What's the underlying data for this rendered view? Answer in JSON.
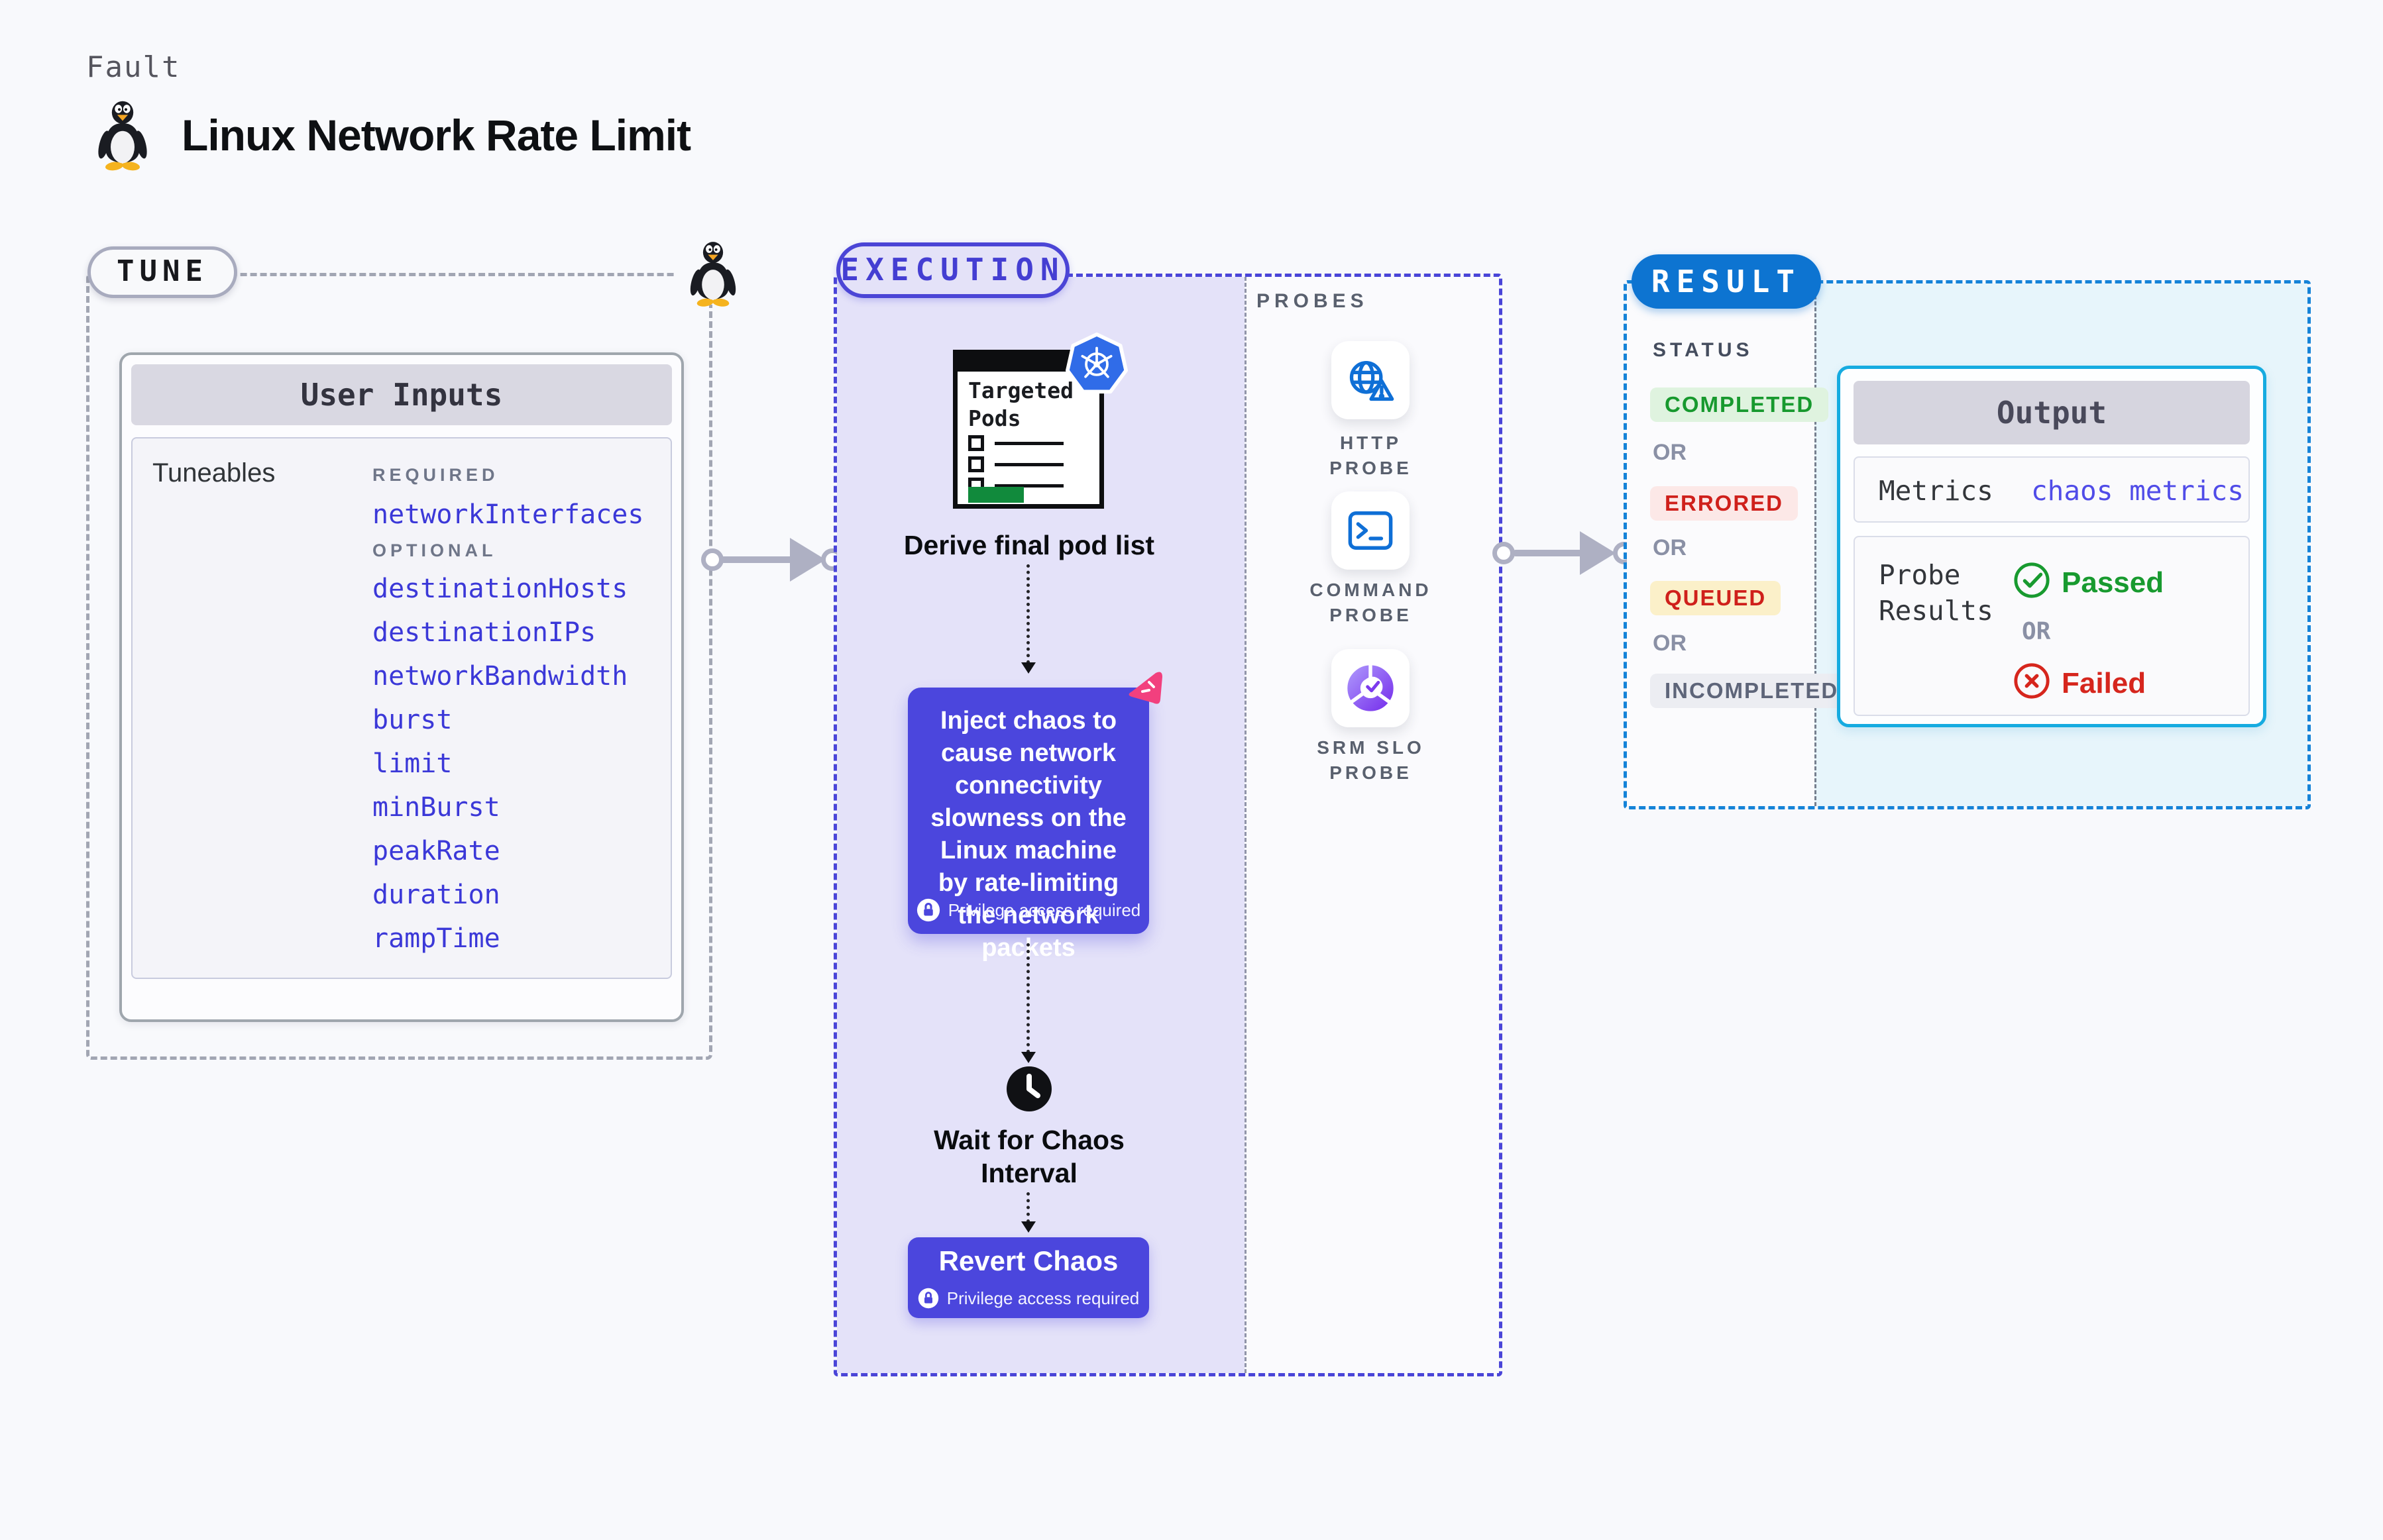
{
  "page": {
    "kind_label": "Fault",
    "title": "Linux Network Rate Limit"
  },
  "colors": {
    "background": "#F8F9FC",
    "tune_dash": "#A2A6B3",
    "execution_accent": "#4B45D6",
    "execution_fill": "#E4E2F9",
    "inject_box": "#4B46DD",
    "result_blue": "#0D74D1",
    "result_dash": "#1583D8",
    "output_border": "#16ABE0",
    "link_indigo": "#3B38D8",
    "completed_fg": "#17992E",
    "completed_bg": "#DFF3DF",
    "errored_fg": "#CF201B",
    "errored_bg": "#FCE8E7",
    "queued_fg": "#CF201B",
    "queued_bg": "#FBF0C9",
    "incompleted_fg": "#5E6579",
    "incompleted_bg": "#ECEDF2",
    "probe_icon_blue": "#0F6FD6",
    "srm_purple": "#7C3AED",
    "pods_green": "#118A3C",
    "k8s_blue": "#306CE8",
    "chaos_pink": "#F2407E"
  },
  "tune": {
    "badge": "TUNE",
    "card": {
      "title": "User Inputs",
      "panel_label": "Tuneables",
      "groups": [
        {
          "label": "REQUIRED",
          "items": [
            "networkInterfaces"
          ]
        },
        {
          "label": "OPTIONAL",
          "items": [
            "destinationHosts",
            "destinationIPs",
            "networkBandwidth",
            "burst",
            "limit",
            "minBurst",
            "peakRate",
            "duration",
            "rampTime"
          ]
        }
      ]
    }
  },
  "execution": {
    "badge": "EXECUTION",
    "pods_window_title": "Targeted Pods",
    "derive_label": "Derive final pod list",
    "inject_text": "Inject chaos to cause network connectivity slowness on the Linux machine by rate-limiting the network packets",
    "privilege_note": "Privilege access required",
    "wait_label": "Wait for Chaos Interval",
    "revert_label": "Revert Chaos"
  },
  "probes": {
    "section_label": "PROBES",
    "items": [
      {
        "name": "HTTP PROBE",
        "icon": "globe-alert-icon"
      },
      {
        "name": "COMMAND PROBE",
        "icon": "terminal-icon"
      },
      {
        "name": "SRM SLO PROBE",
        "icon": "slo-donut-icon"
      }
    ]
  },
  "result": {
    "badge": "RESULT",
    "status_label": "STATUS",
    "or_label": "OR",
    "statuses": [
      {
        "label": "COMPLETED",
        "fg": "#17992E",
        "bg": "#DFF3DF"
      },
      {
        "label": "ERRORED",
        "fg": "#CF201B",
        "bg": "#FCE8E7"
      },
      {
        "label": "QUEUED",
        "fg": "#CF201B",
        "bg": "#FBF0C9"
      },
      {
        "label": "INCOMPLETED",
        "fg": "#5E6579",
        "bg": "#ECEDF2"
      }
    ],
    "output": {
      "title": "Output",
      "metrics_label": "Metrics",
      "metrics_value": "chaos metrics",
      "probe_results_label": "Probe Results",
      "passed_label": "Passed",
      "failed_label": "Failed"
    }
  }
}
